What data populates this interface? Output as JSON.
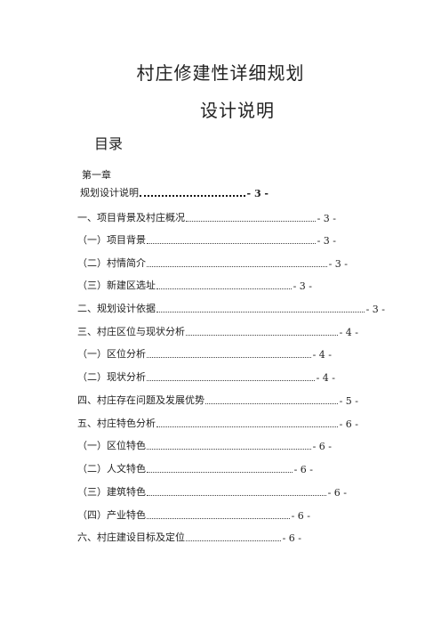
{
  "document": {
    "title_line1": "村庄修建性详细规划",
    "title_line2": "设计说明",
    "toc_heading": "目录",
    "chapter_label": "第一章"
  },
  "toc": [
    {
      "label": "规划设计说明",
      "page": "- 3 -"
    },
    {
      "label": "一、项目背景及村庄概况",
      "page": "- 3 -"
    },
    {
      "label": "（一）项目背景",
      "page": "- 3 -"
    },
    {
      "label": "（二）村情简介",
      "page": "- 3 -"
    },
    {
      "label": "（三）新建区选址",
      "page": "- 3 -"
    },
    {
      "label": "二、规划设计依据",
      "page": "- 3 -"
    },
    {
      "label": "三、村庄区位与现状分析",
      "page": "- 4 -"
    },
    {
      "label": "（一）区位分析",
      "page": "- 4 -"
    },
    {
      "label": "（二）现状分析",
      "page": "- 4 -"
    },
    {
      "label": "四、村庄存在问题及发展优势",
      "page": "- 5 -"
    },
    {
      "label": "五、村庄特色分析",
      "page": "- 6 -"
    },
    {
      "label": "（一）区位特色",
      "page": "- 6 -"
    },
    {
      "label": "（二）人文特色",
      "page": "- 6 -"
    },
    {
      "label": "（三）建筑特色",
      "page": "- 6 -"
    },
    {
      "label": "（四）产业特色",
      "page": "- 6 -"
    },
    {
      "label": "六、村庄建设目标及定位",
      "page": "- 6 -"
    }
  ]
}
